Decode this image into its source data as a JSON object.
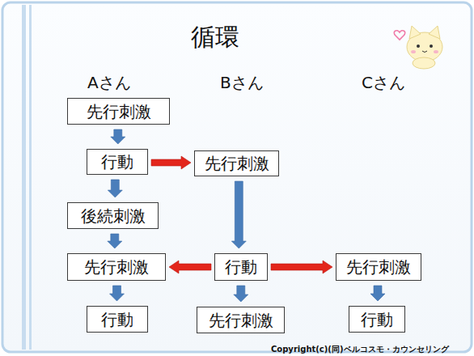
{
  "diagram": {
    "title": "循環",
    "nodes": [
      {
        "text": [
          "先行刺激"
        ]
      },
      {
        "text": [
          "行動"
        ]
      },
      {
        "text": [
          "後続刺激"
        ]
      },
      {
        "text": [
          "先行刺激"
        ]
      },
      {
        "text": [
          "行動"
        ]
      },
      {
        "text": [
          "先行刺激"
        ]
      },
      {
        "text": [
          "行動"
        ]
      },
      {
        "text": [
          "先行刺激"
        ]
      },
      {
        "text": [
          "先行刺激"
        ]
      },
      {
        "text": [
          "行動"
        ]
      }
    ],
    "edges": [
      {
        "from": 0,
        "to": 1,
        "arrow": "to"
      },
      {
        "from": 1,
        "to": 2,
        "arrow": "to"
      },
      {
        "from": 2,
        "to": 3,
        "arrow": "to"
      },
      {
        "from": 3,
        "to": 4,
        "arrow": "to"
      },
      {
        "from": 1,
        "to": 5,
        "arrow": "to"
      },
      {
        "from": 5,
        "to": 6,
        "arrow": "to"
      },
      {
        "from": 6,
        "to": 3,
        "arrow": "to"
      },
      {
        "from": 6,
        "to": 8,
        "arrow": "to"
      },
      {
        "from": 6,
        "to": 7,
        "arrow": "to"
      },
      {
        "from": 8,
        "to": 9,
        "arrow": "to"
      }
    ],
    "labels": [
      "Aさん",
      "Bさん",
      "Cさん",
      "Copyright(c)(同)ベルコスモ・カウンセリング"
    ]
  }
}
